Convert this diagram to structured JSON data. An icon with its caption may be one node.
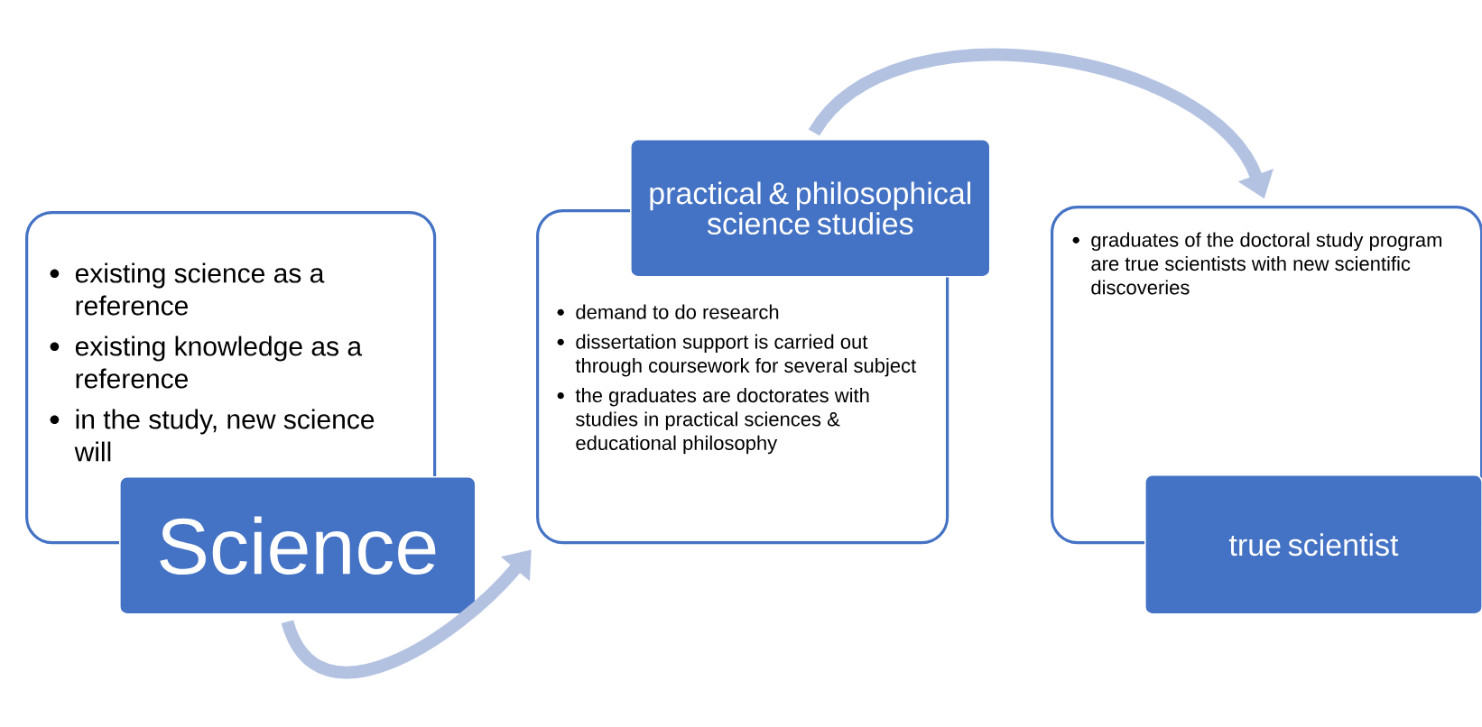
{
  "diagram": {
    "nodes": [
      {
        "text": [
          "existing science as a reference",
          "existing knowledge as a reference",
          "in the study, new science will"
        ]
      },
      {
        "text": [
          "Science"
        ]
      },
      {
        "text": [
          "demand to do research",
          "dissertation support is carried out through coursework for several subject",
          "the graduates are doctorates with studies in practical sciences & educational philosophy"
        ]
      },
      {
        "text": [
          "practical & philosophical science studies"
        ]
      },
      {
        "text": [
          "graduates of the doctoral study program are true scientists with new scientific discoveries"
        ]
      },
      {
        "text": [
          "true scientist"
        ]
      }
    ],
    "edges": [
      {
        "from": 1,
        "to": 2,
        "arrow": "to"
      },
      {
        "from": 3,
        "to": 4,
        "arrow": "to"
      }
    ]
  }
}
